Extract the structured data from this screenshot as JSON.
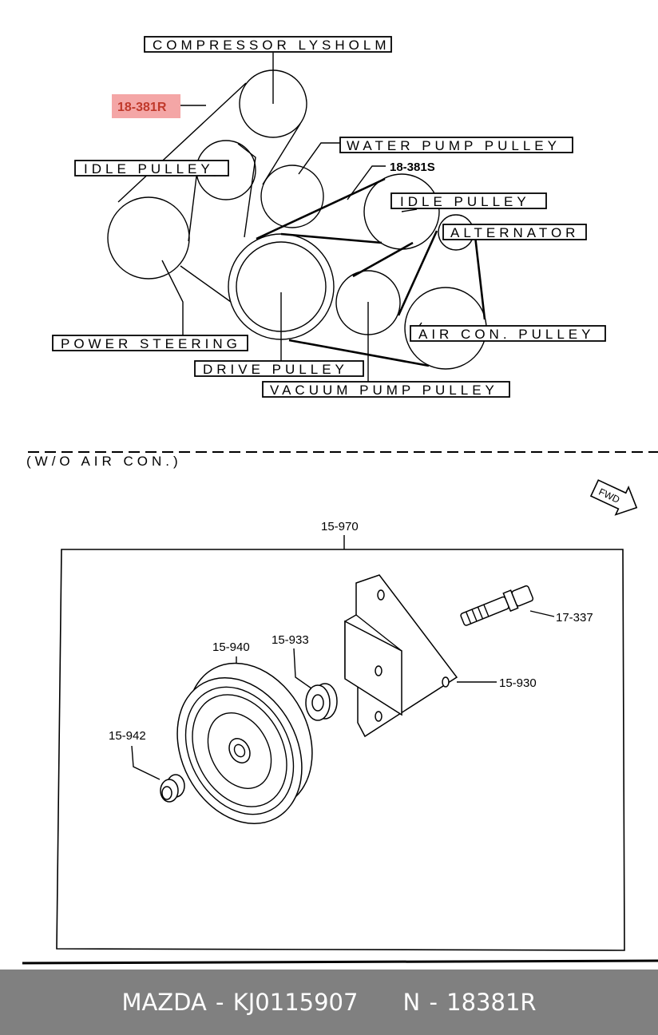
{
  "top_diagram": {
    "labels": {
      "compressor": "COMPRESSOR LYSHOLM",
      "part_highlight": "18-381R",
      "water_pump": "WATER PUMP PULLEY",
      "idle_left": "IDLE PULLEY",
      "part_second": "18-381S",
      "idle_right": "IDLE PULLEY",
      "alternator": "ALTERNATOR",
      "air_con": "AIR CON. PULLEY",
      "power_steering": "POWER STEERING",
      "drive": "DRIVE PULLEY",
      "vacuum_pump": "VACUUM PUMP PULLEY"
    },
    "highlight_color": "#f4a6a6",
    "highlight_text_color": "#c0392b"
  },
  "bottom_diagram": {
    "variant_note": "(W/O AIR CON.)",
    "fwd_label": "FWD",
    "parts": {
      "assembly": "15-970",
      "bolt": "17-337",
      "bracket": "15-930",
      "pulley": "15-940",
      "spacer": "15-933",
      "nut": "15-942"
    }
  },
  "footer": {
    "brand_part": "MAZDA - KJ0115907",
    "ref": "N - 18381R"
  }
}
